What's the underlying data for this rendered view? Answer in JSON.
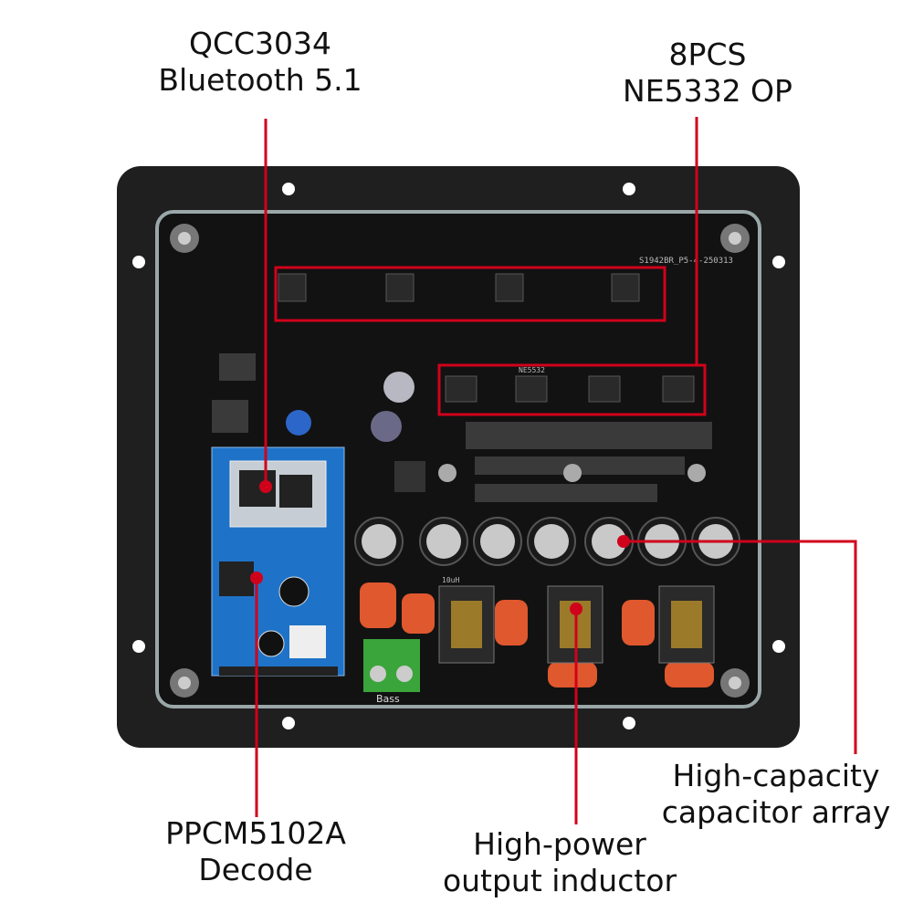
{
  "callouts": {
    "bluetooth": {
      "line1": "QCC3034",
      "line2": "Bluetooth 5.1"
    },
    "op_amps": {
      "line1": "8PCS",
      "line2": "NE5332 OP"
    },
    "decoder": {
      "line1": "PPCM5102A",
      "line2": "Decode"
    },
    "inductor": {
      "line1": "High-power",
      "line2": "output inductor"
    },
    "capacitors": {
      "line1": "High-capacity",
      "line2": "capacitor array"
    }
  },
  "board": {
    "silk_top": "S1942BR_P5-4-250313",
    "silk_chip": "NE5532",
    "silk_input": "Bass",
    "silk_inductor": "10uH"
  },
  "colors": {
    "callout_line": "#d0021b",
    "plate": "#1f1f1f",
    "pcb": "#121212",
    "pcb_edge": "#9aa7a8",
    "bt_module": "#1e73c8",
    "cap_orange": "#e0582e",
    "terminal": "#3aa53a"
  }
}
